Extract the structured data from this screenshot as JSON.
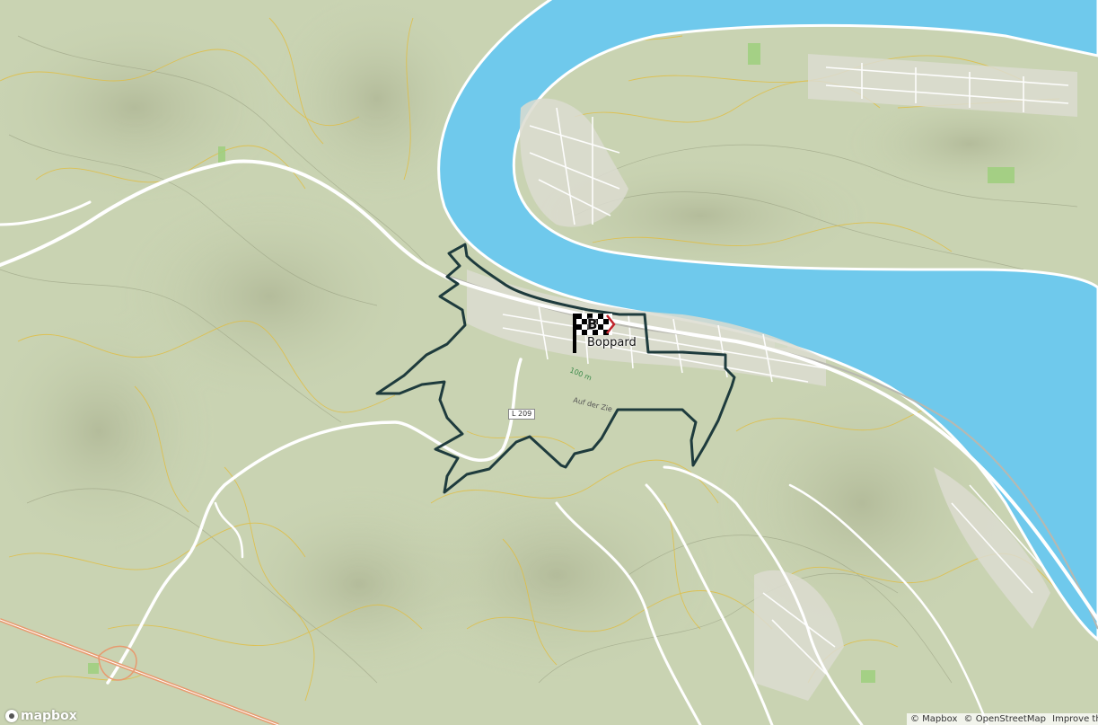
{
  "map": {
    "place_label": "Boppard",
    "road_shield": "L 209",
    "street_label": "Auf der Zie",
    "contour_label": "100 m",
    "logo_text": "mapbox",
    "attribution": [
      "© Mapbox",
      "© OpenStreetMap",
      "Improve this map"
    ],
    "colors": {
      "terrain": "#c9d3b2",
      "water": "#6fc9ec",
      "road": "#ffffff",
      "track": "#1e3b3d",
      "contour": "#e2bd3c",
      "motorway": "#e79a6f"
    },
    "marker": {
      "type": "start-finish-flag",
      "label": "B"
    }
  }
}
